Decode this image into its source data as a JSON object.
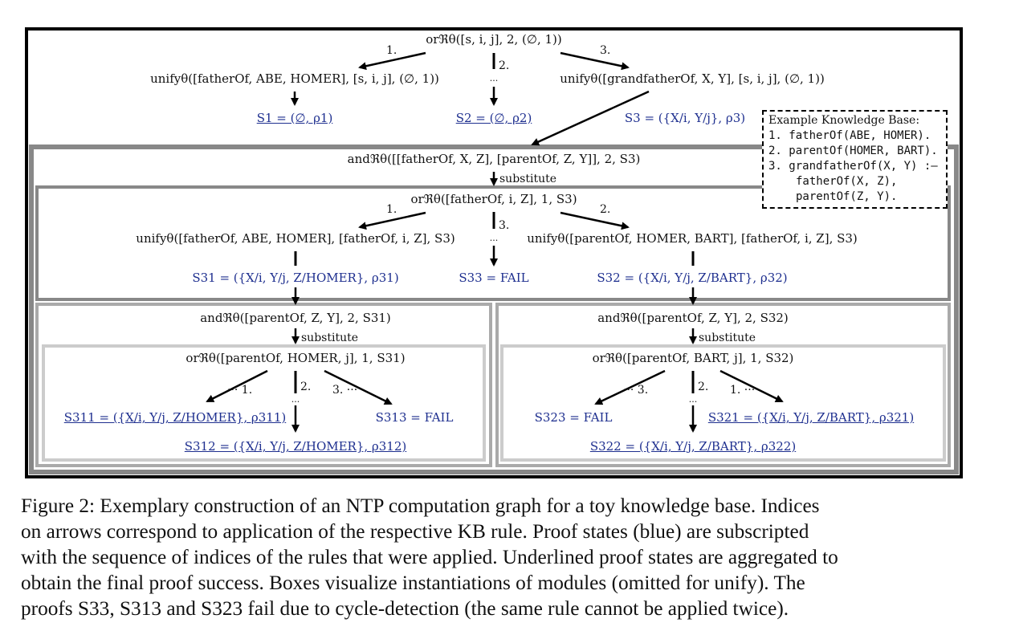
{
  "top": {
    "root": "orℜθ([s, i, j], 2, (∅, 1))",
    "edge_labels": [
      "1.",
      "2.",
      "3."
    ],
    "unify_left": "unifyθ([fatherOf, ABE, HOMER], [s, i, j], (∅, 1))",
    "unify_right": "unifyθ([grandfatherOf, X, Y], [s, i, j], (∅, 1))",
    "ellipsis": "···",
    "s1": "S1 = (∅, ρ1)",
    "s2": "S2 = (∅, ρ2)",
    "s3": "S3 = ({X/i, Y/j}, ρ3)"
  },
  "kb": {
    "title": "Example Knowledge Base:",
    "rules": [
      "1. fatherOf(ABE, HOMER).",
      "2. parentOf(HOMER, BART).",
      "3. grandfatherOf(X, Y) :–",
      "fatherOf(X, Z),",
      "parentOf(Z, Y)."
    ]
  },
  "mid": {
    "and": "andℜθ([[fatherOf, X, Z], [parentOf, Z, Y]], 2, S3)",
    "substitute": "substitute",
    "or": "orℜθ([fatherOf, i, Z], 1, S3)",
    "edge_labels": [
      "1.",
      "3.",
      "2."
    ],
    "unify_left": "unifyθ([fatherOf, ABE, HOMER], [fatherOf, i, Z], S3)",
    "unify_right": "unifyθ([parentOf, HOMER, BART], [fatherOf, i, Z], S3)",
    "s31": "S31 = ({X/i, Y/j, Z/HOMER}, ρ31)",
    "s33": "S33 = FAIL",
    "s32": "S32 = ({X/i, Y/j, Z/BART}, ρ32)"
  },
  "left": {
    "and": "andℜθ([parentOf, Z, Y], 2, S31)",
    "substitute": "substitute",
    "or": "orℜθ([parentOf, HOMER, j], 1, S31)",
    "edge_labels": [
      "··· 1.",
      "2.",
      "3. ···"
    ],
    "s311": "S311 = ({X/i, Y/j, Z/HOMER}, ρ311)",
    "s313": "S313 = FAIL",
    "s312": "S312 = ({X/i, Y/j, Z/HOMER}, ρ312)"
  },
  "right": {
    "and": "andℜθ([parentOf, Z, Y], 2, S32)",
    "substitute": "substitute",
    "or": "orℜθ([parentOf, BART, j], 1, S32)",
    "edge_labels": [
      "··· 3.",
      "2.",
      "1. ···"
    ],
    "s323": "S323 = FAIL",
    "s321": "S321 = ({X/i, Y/j, Z/BART}, ρ321)",
    "s322": "S322 = ({X/i, Y/j, Z/BART}, ρ322)"
  },
  "caption": {
    "lines": [
      "Figure 2: Exemplary construction of an NTP computation graph for a toy knowledge base. Indices",
      "on arrows correspond to application of the respective KB rule. Proof states (blue) are subscripted",
      "with the sequence of indices of the rules that were applied. Underlined proof states are aggregated to",
      "obtain the final proof success. Boxes visualize instantiations of modules (omitted for unify). The",
      "proofs S33, S313 and S323 fail due to cycle-detection (the same rule cannot be applied twice)."
    ]
  }
}
